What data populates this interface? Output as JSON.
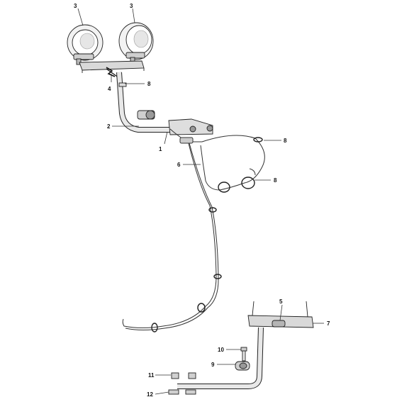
{
  "callouts": [
    {
      "id": "c3a",
      "text": "3"
    },
    {
      "id": "c3b",
      "text": "3"
    },
    {
      "id": "c4",
      "text": "4"
    },
    {
      "id": "c8a",
      "text": "8"
    },
    {
      "id": "c2",
      "text": "2"
    },
    {
      "id": "c1",
      "text": "1"
    },
    {
      "id": "c8b",
      "text": "8"
    },
    {
      "id": "c6",
      "text": "6"
    },
    {
      "id": "c8c",
      "text": "8"
    },
    {
      "id": "c5",
      "text": "5"
    },
    {
      "id": "c7",
      "text": "7"
    },
    {
      "id": "c10",
      "text": "10"
    },
    {
      "id": "c9",
      "text": "9"
    },
    {
      "id": "c11",
      "text": "11"
    },
    {
      "id": "c12",
      "text": "12"
    }
  ]
}
